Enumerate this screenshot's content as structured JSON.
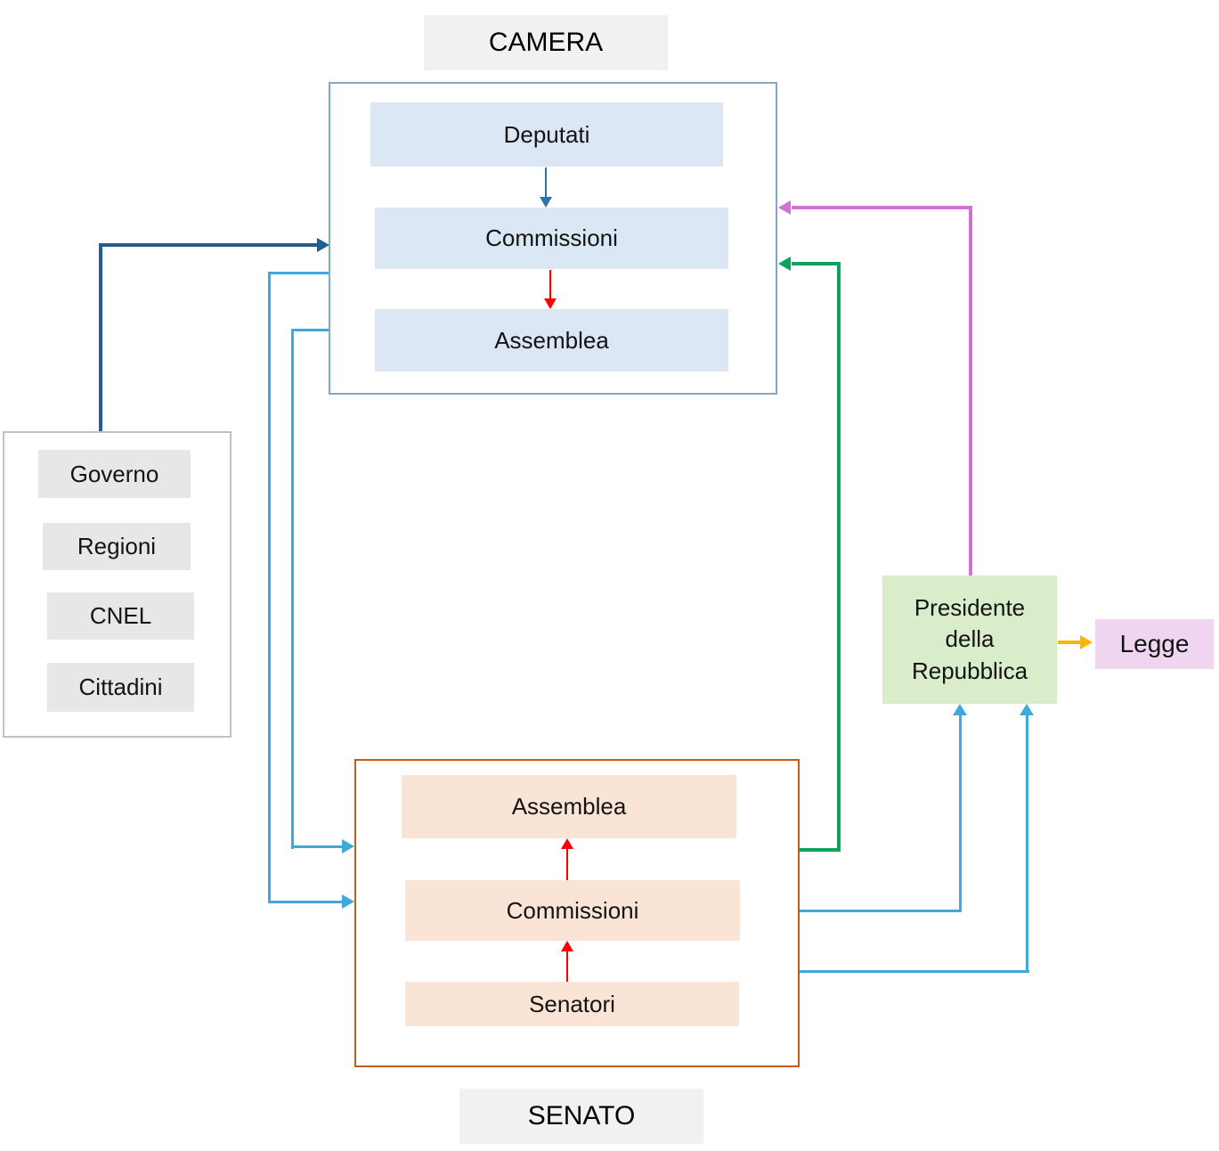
{
  "camera": {
    "title": "CAMERA",
    "boxes": [
      "Deputati",
      "Commissioni",
      "Assemblea"
    ]
  },
  "senato": {
    "title": "SENATO",
    "boxes": [
      "Assemblea",
      "Commissioni",
      "Senatori"
    ]
  },
  "initiators": {
    "items": [
      "Governo",
      "Regioni",
      "CNEL",
      "Cittadini"
    ]
  },
  "presidente": {
    "lines": [
      "Presidente",
      "della",
      "Repubblica"
    ]
  },
  "legge": {
    "label": "Legge"
  },
  "colors": {
    "darkblue": "#235E91",
    "steelblue": "#2E74A6",
    "red": "#FF0000",
    "lightblue": "#3FA8DC",
    "green": "#0CA45C",
    "magenta": "#D46FD6",
    "orange": "#FFB400",
    "camera_border": "#7FA8CB",
    "senato_border": "#C05C15",
    "initiators_border": "#C2C2C2",
    "box_blue": "#DBE7F4",
    "box_peach": "#FAE4D5",
    "box_gray": "#E8E7E8",
    "box_green": "#D9EDCA",
    "box_pink": "#EFD5EF",
    "title_gray": "#F1F1F1",
    "text": "#141414"
  }
}
